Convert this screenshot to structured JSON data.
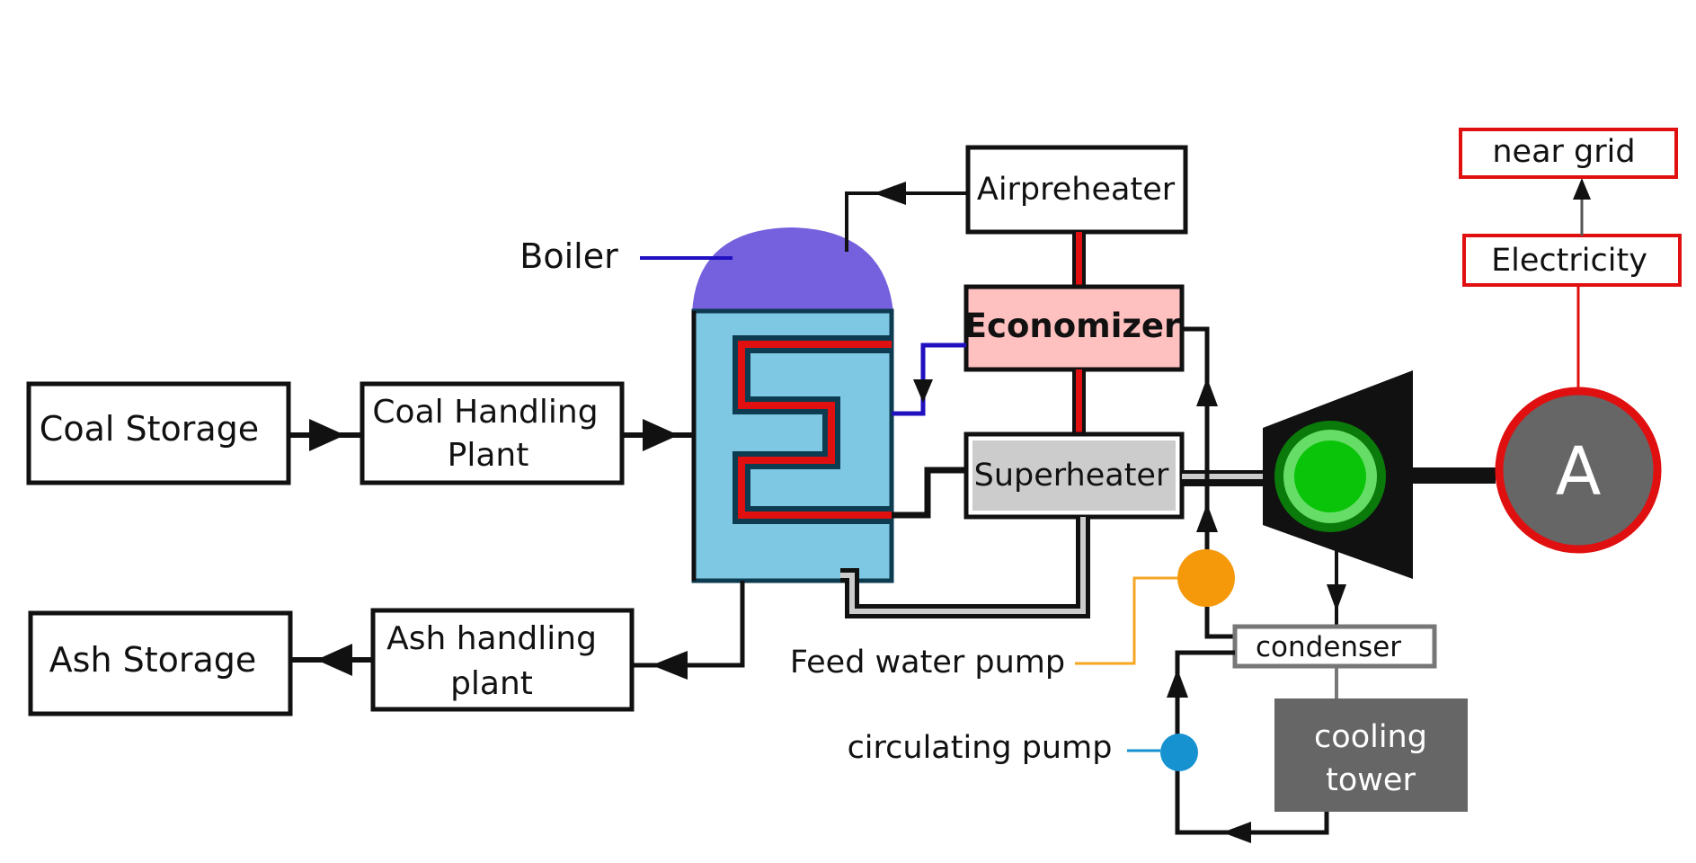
{
  "diagram": {
    "title": "Thermal power plant schematic",
    "components": {
      "coal_storage": "Coal Storage",
      "coal_handling_line1": "Coal Handling",
      "coal_handling_line2": "Plant",
      "boiler": "Boiler",
      "airpreheater": "Airpreheater",
      "economizer": "Economizer",
      "superheater": "Superheater",
      "ash_storage": "Ash Storage",
      "ash_handling_line1": "Ash handling",
      "ash_handling_line2": "plant",
      "feed_water_pump": "Feed water pump",
      "condenser": "condenser",
      "circulating_pump": "circulating pump",
      "cooling_tower_line1": "cooling",
      "cooling_tower_line2": "tower",
      "generator": "A",
      "electricity": "Electricity",
      "near_grid": "near grid"
    },
    "colors": {
      "boiler_dome": "#7560dd",
      "boiler_body": "#7ec8e3",
      "economizer_fill": "#ffc0c0",
      "superheater_fill": "#cccccc",
      "hot_pipe": "#e01010",
      "feed_pump": "#f5990a",
      "circulating_pump": "#1592cf",
      "turbine_rotor": "#0ac40a",
      "generator_fill": "#666666",
      "generator_ring": "#e01010",
      "cooling_tower": "#666666",
      "water_line": "#2010c0"
    }
  }
}
